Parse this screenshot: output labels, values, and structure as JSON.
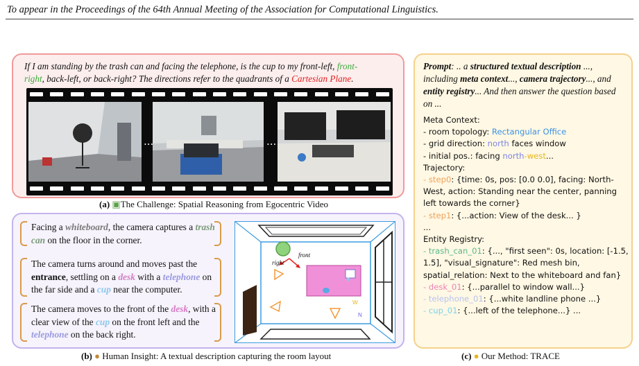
{
  "header": "To appear in the Proceedings of the 64th Annual Meeting of the Association for Computational Linguistics.",
  "panel_a": {
    "question_1": "If I am standing by the trash can and facing the telephone, is the cup to my front-left,",
    "question_front": "front-",
    "question_right": "right",
    "question_2": ", back-left, or back-right? The directions refer to the quadrants of a",
    "question_cartesian": "Cartesian Plane",
    "question_end": ".",
    "ellipsis": "...",
    "caption_label": "(a)",
    "caption_text": "The Challenge: Spatial Reasoning from Egocentric Video"
  },
  "panel_b": {
    "step1": {
      "t1": "Facing a",
      "whiteboard": "whiteboard",
      "t2": ", the camera captures a",
      "trash": "trash can",
      "t3": "on the floor in the corner."
    },
    "step2": {
      "t1": "The camera turns around and moves past the",
      "entrance": "entrance",
      "t2": ", settling on a",
      "desk": "desk",
      "t3": "with a",
      "telephone": "telephone",
      "t4": "on the far side and a",
      "cup": "cup",
      "t5": "near the computer."
    },
    "step3": {
      "t1": "The camera moves to the front of the",
      "desk": "desk",
      "t2": ", with a clear view of the",
      "cup": "cup",
      "t3": "on the front left and the",
      "telephone": "telephone",
      "t4": "on the back right."
    },
    "map": {
      "front_label": "front",
      "right_label": "right",
      "w_label": "W",
      "n_label": "N"
    },
    "caption_label": "(b)",
    "caption_text": "Human Insight: A textual description capturing the room layout"
  },
  "panel_c": {
    "prompt": {
      "t0": "Prompt",
      "t1": ": .. a",
      "b1": "structured textual description",
      "t2": "..., including",
      "b2": "meta context",
      "t3": "...,",
      "b3": "camera trajectory",
      "t4": "..., and",
      "b4": "entity registry",
      "t5": "... And then answer the question based on ..."
    },
    "meta_title": "Meta Context:",
    "room_topology_label": "- room topology: ",
    "room_topology_value": "Rectangular Office",
    "grid_label": "- grid direction: ",
    "grid_north": "north",
    "grid_rest": " faces window",
    "initial_label": "- initial pos.: facing ",
    "initial_north": "north",
    "initial_dash": "-",
    "initial_west": "west",
    "initial_end": "...",
    "trajectory_title": "Trajectory:",
    "step0_dash": "- ",
    "step0_key": "step0",
    "step0_text": ": {time: 0s, pos: [0.0 0.0], facing: North-West, action: Standing near the center, panning left towards the corner}",
    "step1_dash": "- ",
    "step1_key": "step1",
    "step1_text": ": {...action: View of the desk... }",
    "traj_more": "...",
    "entity_title": "Entity Registry:",
    "e1_dash": "- ",
    "e1_key": "trash_can_01",
    "e1_text": ": {..., \"first seen\": 0s, location: [-1.5, 1.5], \"visual_signature\": Red mesh bin, spatial_relation: Next to the whiteboard and fan}",
    "e2_dash": "- ",
    "e2_key": "desk_01",
    "e2_text": ": {...parallel to window wall...}",
    "e3_dash": "- ",
    "e3_key": "telephone_01",
    "e3_text": ": {...white landline phone ...}",
    "e4_dash": "- ",
    "e4_key": "cup_01",
    "e4_text": ": {...left of the telephone...} ...",
    "caption_label": "(c)",
    "caption_text": "Our Method: TRACE"
  },
  "colors": {
    "panel_a_border": "#f19a9a",
    "panel_b_border": "#c4b2ee",
    "panel_c_border": "#f5d18a",
    "brace": "#d99a4a"
  }
}
